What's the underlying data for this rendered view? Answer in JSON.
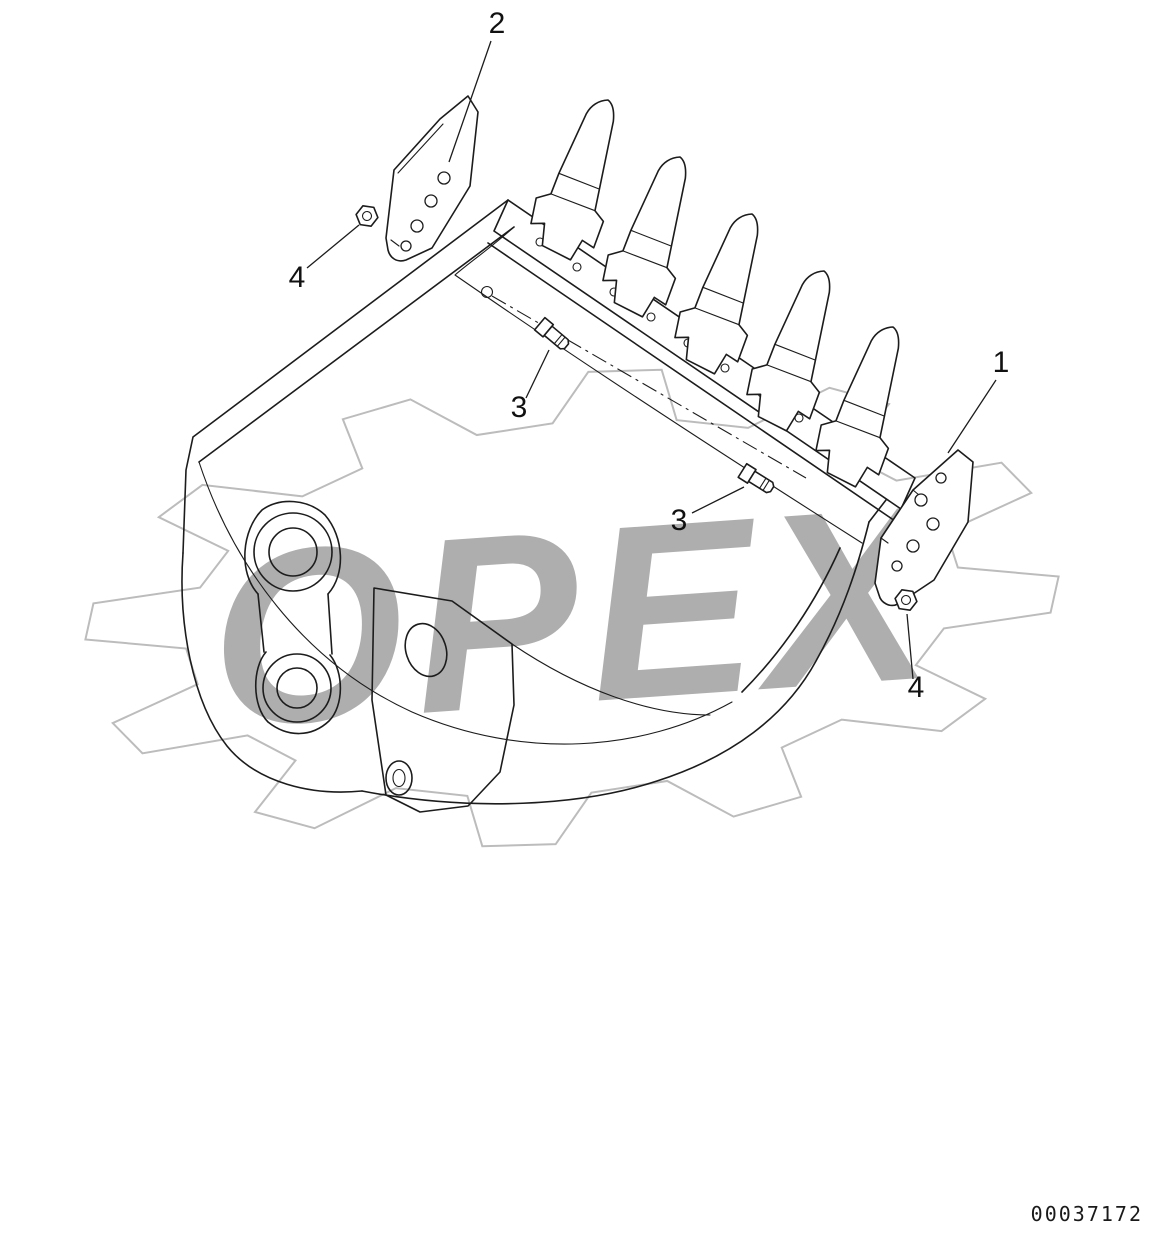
{
  "diagram": {
    "watermark_text": "OPEX",
    "part_number": "00037172",
    "callouts": [
      {
        "name": "side-cutter-left",
        "label": "2"
      },
      {
        "name": "nut-left",
        "label": "4"
      },
      {
        "name": "bolt-upper",
        "label": "3"
      },
      {
        "name": "bolt-lower",
        "label": "3"
      },
      {
        "name": "side-cutter-right",
        "label": "1"
      },
      {
        "name": "nut-right",
        "label": "4"
      }
    ],
    "colors": {
      "line": "#1c1c1c",
      "watermark_letters": "#949494",
      "watermark_gear": "#b5b5b5",
      "background": "#ffffff"
    }
  }
}
